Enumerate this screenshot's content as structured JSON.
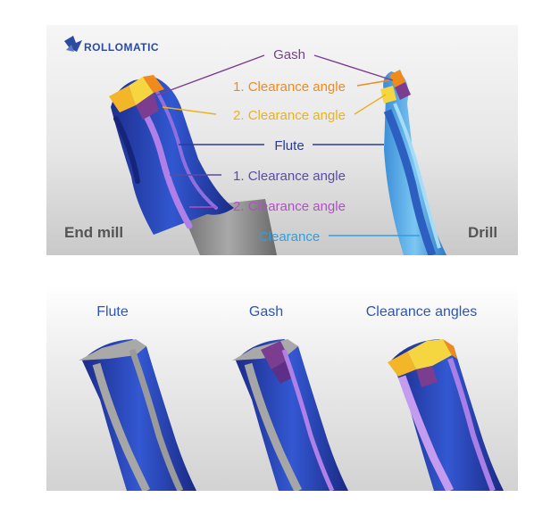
{
  "brand": {
    "logo_text": "ROLLOMATIC"
  },
  "top": {
    "labels": {
      "gash": "Gash",
      "clearance1_orange": "1. Clearance angle",
      "clearance2_yellow": "2. Clearance angle",
      "flute": "Flute",
      "clearance1_purple": "1. Clearance angle",
      "clearance2_pink": "2. Clearance angle",
      "clearance": "Clearance",
      "end_mill": "End mill",
      "drill": "Drill"
    }
  },
  "bottom": {
    "labels": {
      "flute": "Flute",
      "gash": "Gash",
      "clearance_angles": "Clearance angles"
    }
  },
  "colors": {
    "gash": "#7a3d8f",
    "orange": "#f08a1c",
    "yellow": "#e8b21f",
    "flute": "#2a3aa0",
    "purple": "#5b4aa8",
    "pink": "#b24fc4",
    "clearance": "#2f9fe0",
    "tool_blue": "#2746b8",
    "tool_light": "#62b4ea",
    "lavender": "#b58ae6",
    "gray_text": "#555555",
    "bottom_label": "#2c55b8"
  }
}
